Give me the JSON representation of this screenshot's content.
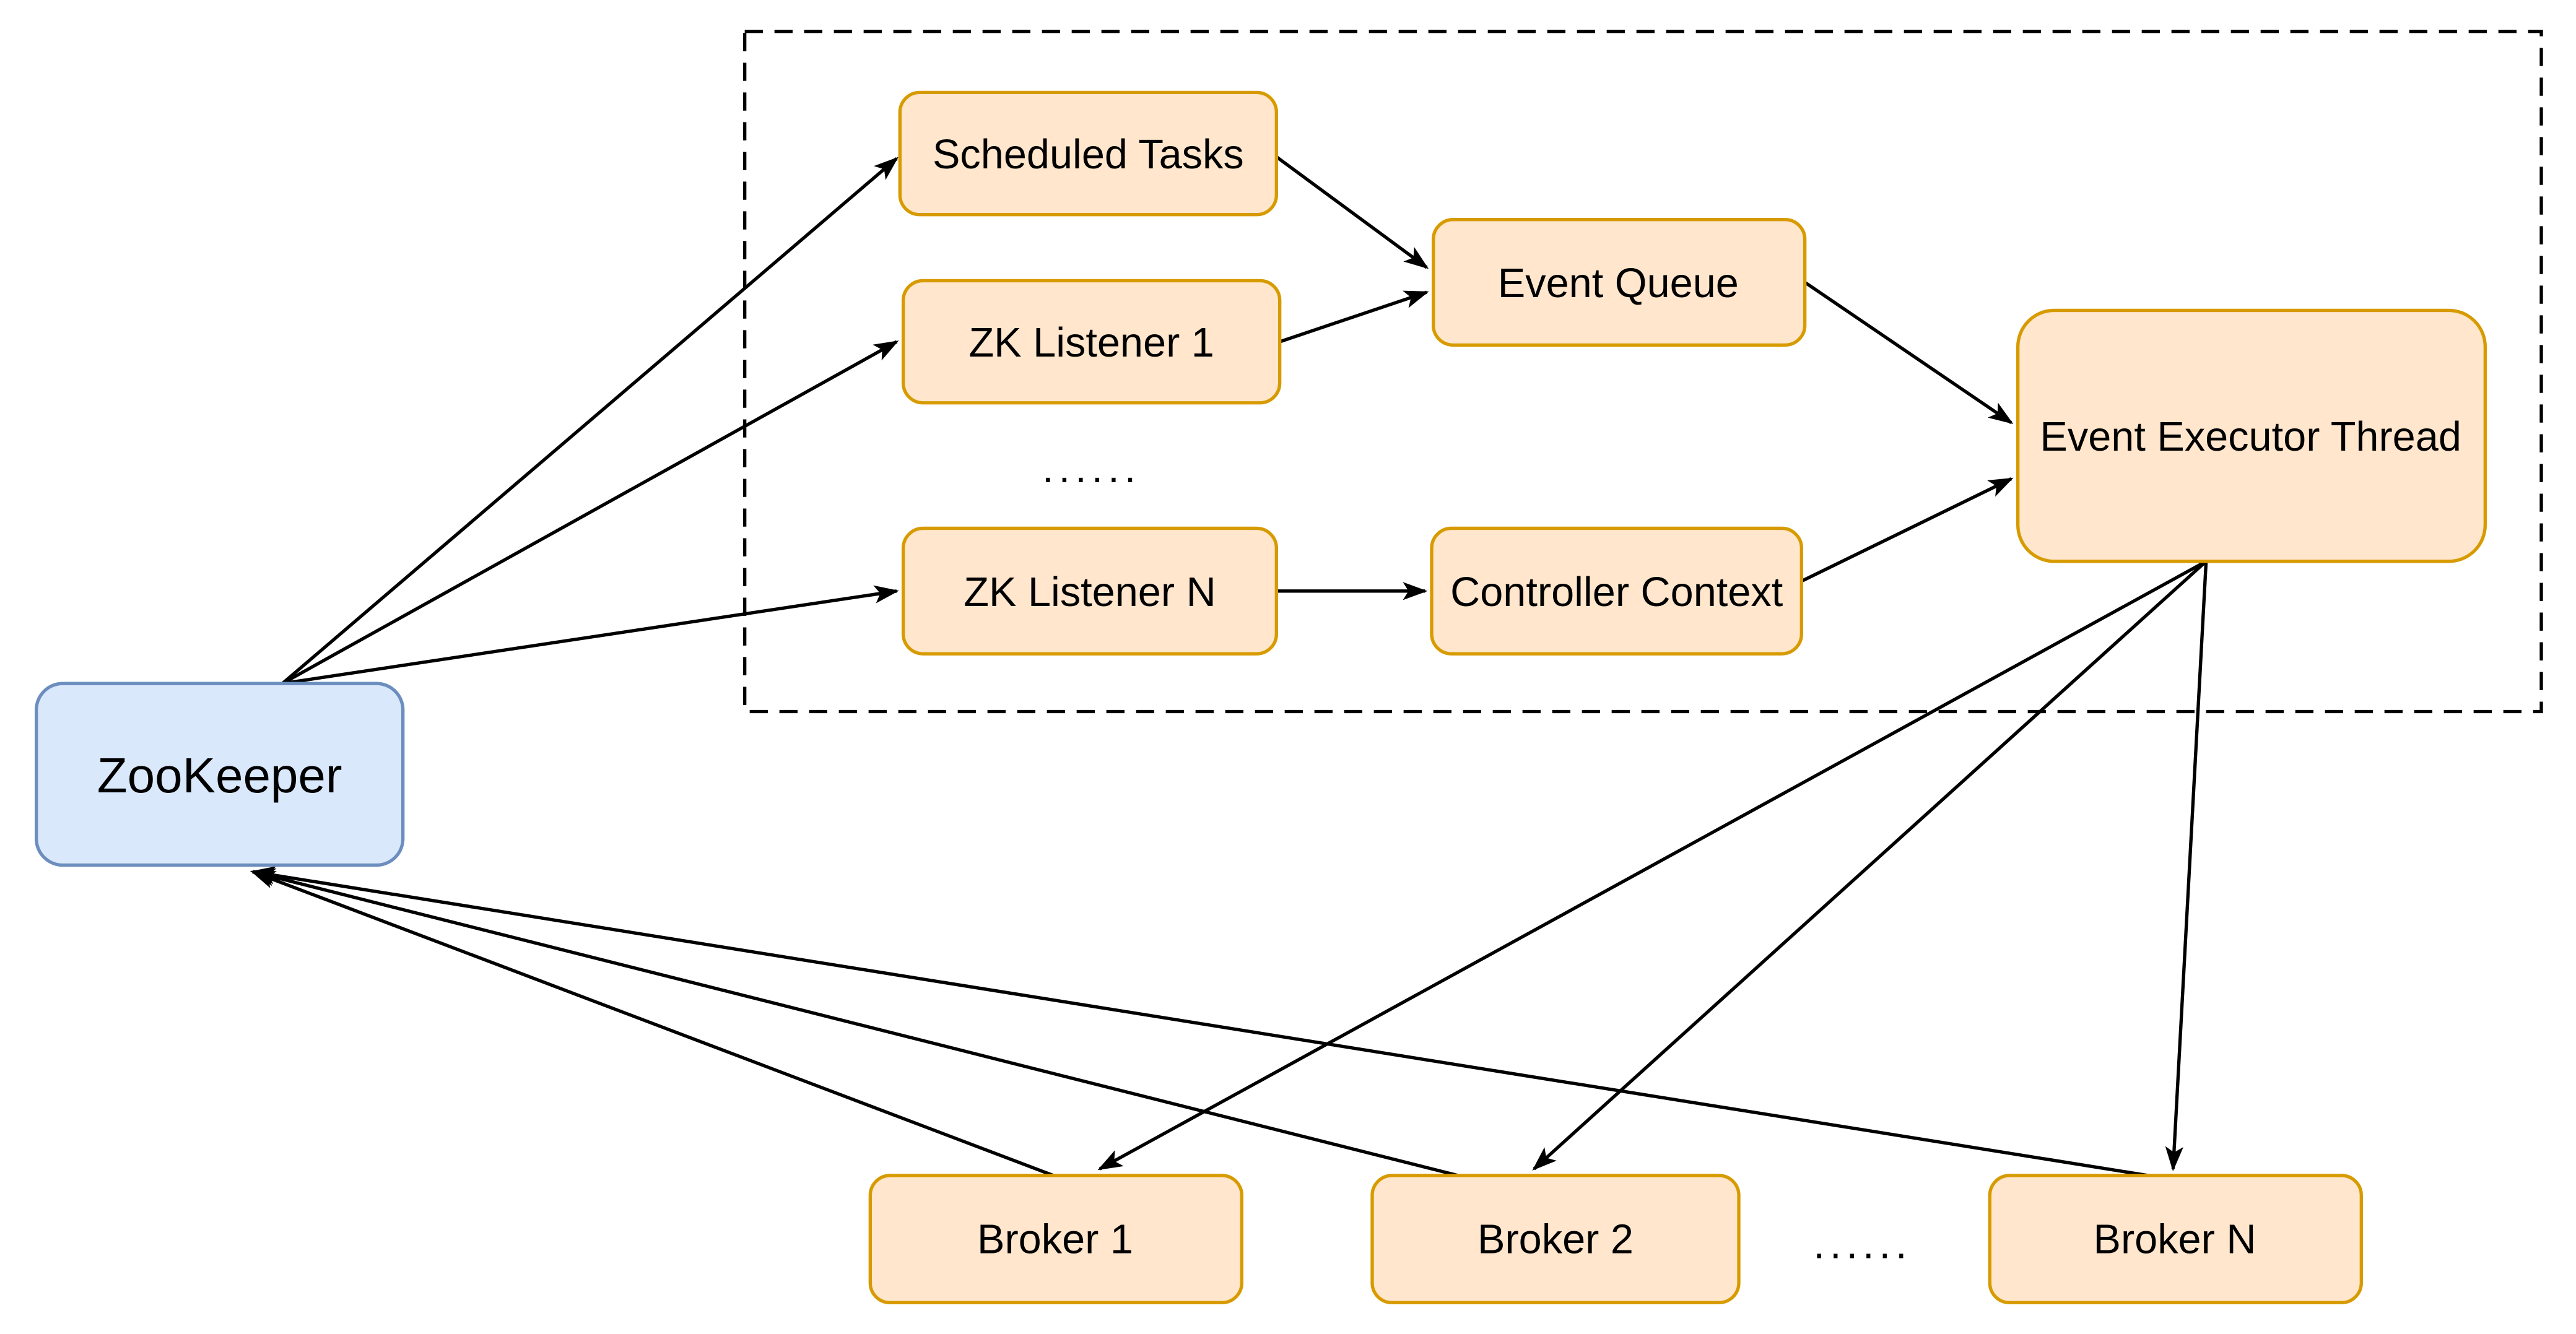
{
  "diagram": {
    "palette": {
      "background": "#ffffff",
      "blue_fill": "#dae8fc",
      "blue_stroke": "#6c8ebf",
      "orange_fill": "#ffe6cc",
      "orange_stroke": "#d79b00",
      "edge_color": "#000000",
      "dashed_border_color": "#000000",
      "text_color": "#000000"
    },
    "nodes": {
      "zookeeper": {
        "label": "ZooKeeper"
      },
      "scheduled_tasks": {
        "label": "Scheduled Tasks"
      },
      "zk_listener_1": {
        "label": "ZK Listener 1"
      },
      "zk_listener_n": {
        "label": "ZK Listener N"
      },
      "event_queue": {
        "label": "Event Queue"
      },
      "controller_context": {
        "label": "Controller Context"
      },
      "event_executor_thread": {
        "label": "Event Executor Thread"
      },
      "broker_1": {
        "label": "Broker 1"
      },
      "broker_2": {
        "label": "Broker 2"
      },
      "broker_n": {
        "label": "Broker N"
      }
    },
    "ellipsis": {
      "listeners": "......",
      "brokers": "......"
    },
    "edges": [
      {
        "from": "zookeeper",
        "to": "scheduled_tasks"
      },
      {
        "from": "zookeeper",
        "to": "zk_listener_1"
      },
      {
        "from": "zookeeper",
        "to": "zk_listener_n"
      },
      {
        "from": "scheduled_tasks",
        "to": "event_queue"
      },
      {
        "from": "zk_listener_1",
        "to": "event_queue"
      },
      {
        "from": "zk_listener_n",
        "to": "controller_context"
      },
      {
        "from": "event_queue",
        "to": "event_executor_thread"
      },
      {
        "from": "controller_context",
        "to": "event_executor_thread"
      },
      {
        "from": "event_executor_thread",
        "to": "broker_1"
      },
      {
        "from": "event_executor_thread",
        "to": "broker_2"
      },
      {
        "from": "event_executor_thread",
        "to": "broker_n"
      },
      {
        "from": "broker_1",
        "to": "zookeeper"
      },
      {
        "from": "broker_2",
        "to": "zookeeper"
      },
      {
        "from": "broker_n",
        "to": "zookeeper"
      }
    ]
  }
}
